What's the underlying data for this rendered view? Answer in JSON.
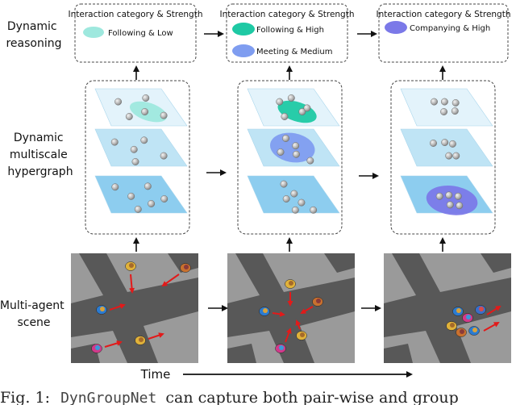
{
  "row_labels": {
    "reasoning": [
      "Dynamic",
      "reasoning"
    ],
    "hypergraph": [
      "Dynamic",
      "multiscale",
      "hypergraph"
    ],
    "scene": [
      "Multi-agent",
      "scene"
    ]
  },
  "reasoning_boxes": [
    {
      "title": "Interaction category & Strength",
      "items": [
        {
          "label": "Following & Low",
          "color": "#9ee8de"
        }
      ]
    },
    {
      "title": "Interaction category & Strength",
      "items": [
        {
          "label": "Following & High",
          "color": "#1ec9a4"
        },
        {
          "label": "Meeting & Medium",
          "color": "#7f9df0"
        }
      ]
    },
    {
      "title": "Interaction category & Strength",
      "items": [
        {
          "label": "Companying & High",
          "color": "#7b79e8"
        }
      ]
    }
  ],
  "time_label": "Time",
  "caption": {
    "prefix": "Fig. 1:",
    "code": "DynGroupNet",
    "rest": "can capture both pair-wise and group"
  },
  "colors": {
    "plane_light": "#e3f3fb",
    "plane_mid": "#bfe4f5",
    "plane_dark": "#8dcdef",
    "road": "#585858",
    "ground": "#9a9a9a",
    "arrow_red": "#e21a1a"
  }
}
